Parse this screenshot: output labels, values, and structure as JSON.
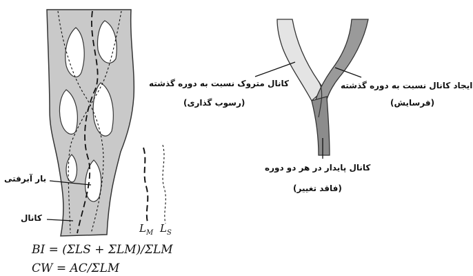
{
  "labels": {
    "abandoned_channel": "کانال متروک نسبت به دوره گذشته",
    "abandoned_sub": "(رسوب گذاری)",
    "new_channel": "ایجاد کانال نسبت به دوره گذشته",
    "new_sub": "(فرسایش)",
    "stable_channel": "کانال پایدار در هر دو دوره",
    "stable_sub": "(فاقد تغییر)",
    "sediment_bar": "بار آبرفتی",
    "channel": "کانال",
    "lm": "L",
    "lm_sub": "M",
    "ls": "L",
    "ls_sub": "S"
  },
  "formulas": {
    "bi": "BI = (ΣLS + ΣLM)/ΣLM",
    "cw": "CW = AC/ΣLM"
  },
  "colors": {
    "channel_fill": "#c9c9c9",
    "channel_stroke": "#333333",
    "bar_fill": "#ffffff",
    "abandoned_fill": "#e4e4e4",
    "new_fill": "#9a9a9a",
    "stable_fill": "#8c8c8c"
  }
}
